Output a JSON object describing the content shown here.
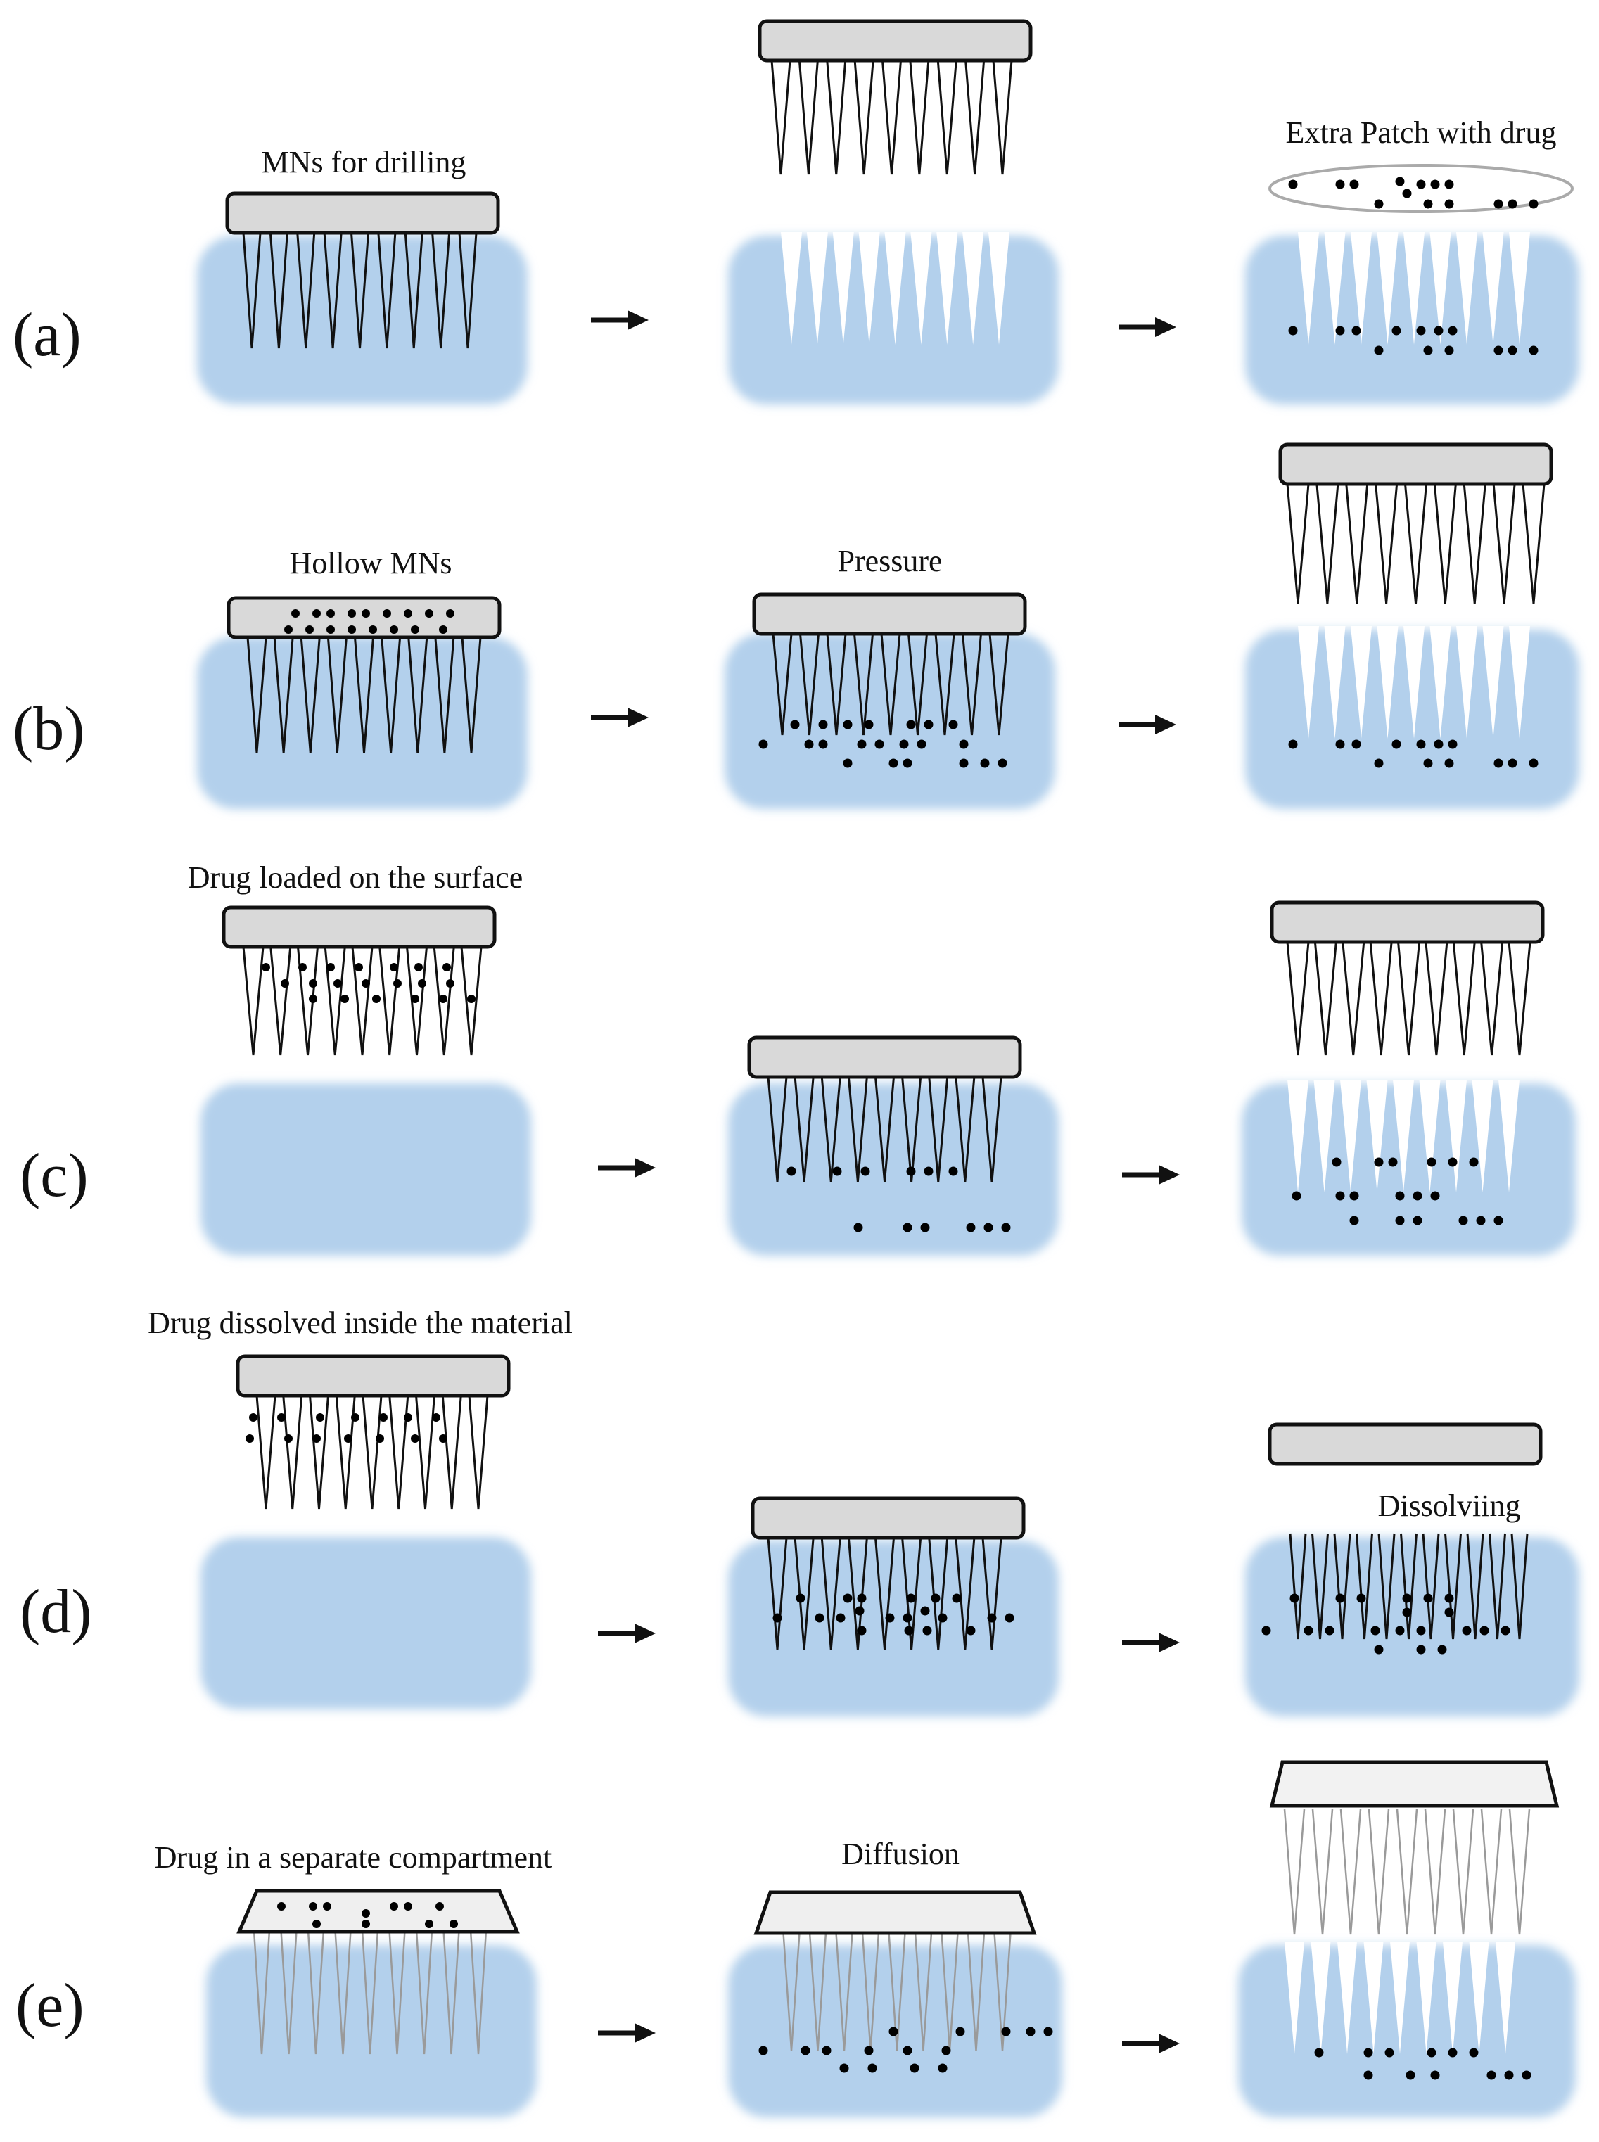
{
  "colors": {
    "tissue": "#b3d0ec",
    "plate": "#d9d9d9",
    "plate_light": "#efefef",
    "outline": "#111111",
    "needle_dark": "#111111",
    "needle_gray": "#9a9a9a",
    "drug": "#000000",
    "ellipse": "#aaaaaa",
    "background": "#ffffff"
  },
  "rows": [
    {
      "tag": "(a)",
      "captions": [
        "MNs for drilling",
        "",
        "Extra Patch with drug"
      ]
    },
    {
      "tag": "(b)",
      "captions": [
        "Hollow MNs",
        "Pressure",
        ""
      ]
    },
    {
      "tag": "(c)",
      "captions": [
        "Drug loaded on the surface",
        "",
        ""
      ]
    },
    {
      "tag": "(d)",
      "captions": [
        "Drug dissolved inside the material",
        "",
        "Dissolviing"
      ]
    },
    {
      "tag": "(e)",
      "captions": [
        "Drug in a separate compartment",
        "Diffusion",
        ""
      ]
    }
  ],
  "arrow_symbol": "→",
  "icons": {
    "tissue": "skin-tissue-block",
    "patch": "microneedle-patch",
    "drug": "drug-particle",
    "arrow": "right-arrow-icon"
  }
}
